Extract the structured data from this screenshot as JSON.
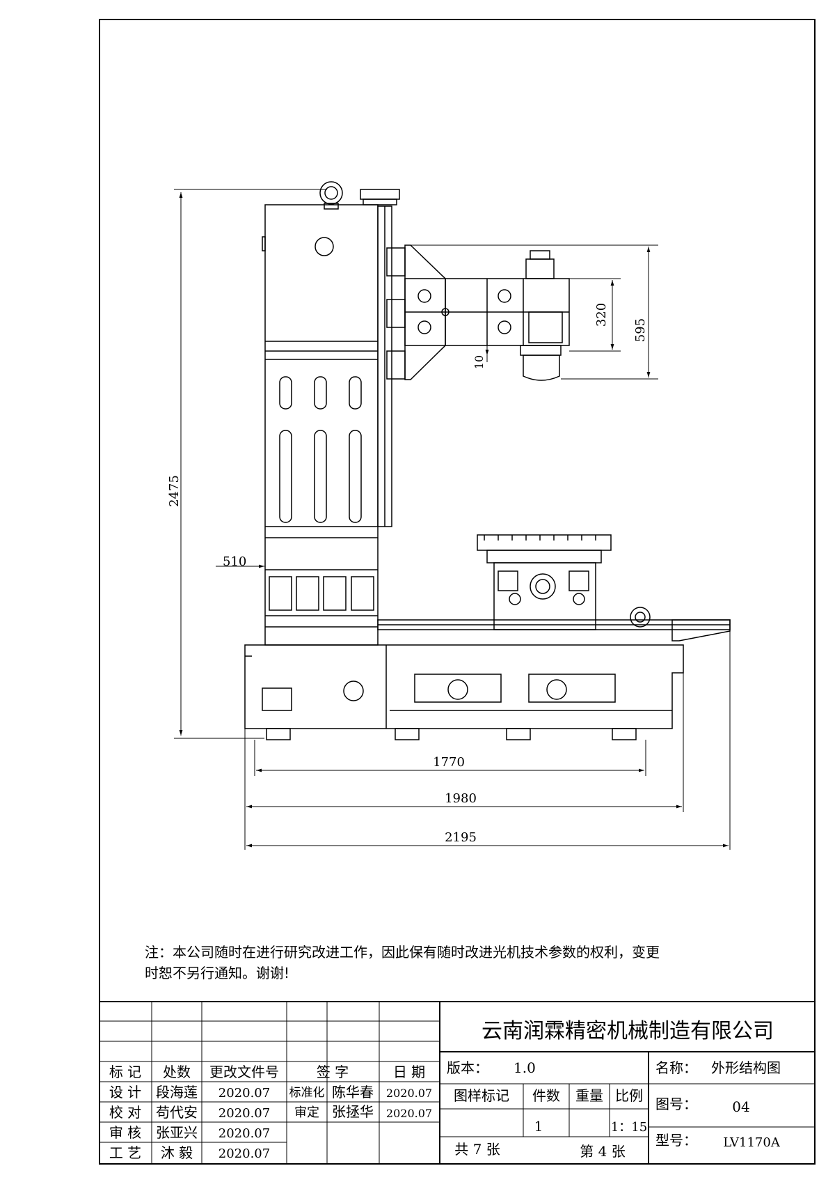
{
  "drawing": {
    "dimensions": {
      "height_total": "2475",
      "column_depth": "510",
      "head_height": "320",
      "head_total": "595",
      "offset_small": "10",
      "base_1770": "1770",
      "base_1980": "1980",
      "base_2195": "2195"
    }
  },
  "note": {
    "line1": "注：本公司随时在进行研究改进工作，因此保有随时改进光机技术参数的权利，变更",
    "line2": "时恕不另行通知。谢谢!"
  },
  "title_block": {
    "company": "云南润霖精密机械制造有限公司",
    "headers": {
      "mark": "标 记",
      "count": "处数",
      "change_doc": "更改文件号",
      "signature": "签 字",
      "date": "日 期"
    },
    "rows": [
      {
        "role": "设 计",
        "name": "段海莲",
        "date": "2020.07"
      },
      {
        "role": "校 对",
        "name": "苟代安",
        "date": "2020.07"
      },
      {
        "role": "审 核",
        "name": "张亚兴",
        "date": "2020.07"
      },
      {
        "role": "工 艺",
        "name": "沐 毅",
        "date": "2020.07"
      }
    ],
    "approvals": [
      {
        "role": "标准化",
        "name": "陈华春",
        "date": "2020.07"
      },
      {
        "role": "审定",
        "name": "张拯华",
        "date": "2020.07"
      }
    ],
    "version_label": "版本：",
    "version_value": "1.0",
    "name_label": "名称：",
    "name_value": "外形结构图",
    "sample_mark": "图样标记",
    "pieces": "件数",
    "weight": "重量",
    "scale": "比例",
    "pieces_value": "1",
    "scale_value": "1：15",
    "drawing_no_label": "图号：",
    "drawing_no_value": "04",
    "sheets_total": "共 7 张",
    "sheet_current": "第 4 张",
    "model_label": "型号：",
    "model_value": "LV1170A"
  }
}
